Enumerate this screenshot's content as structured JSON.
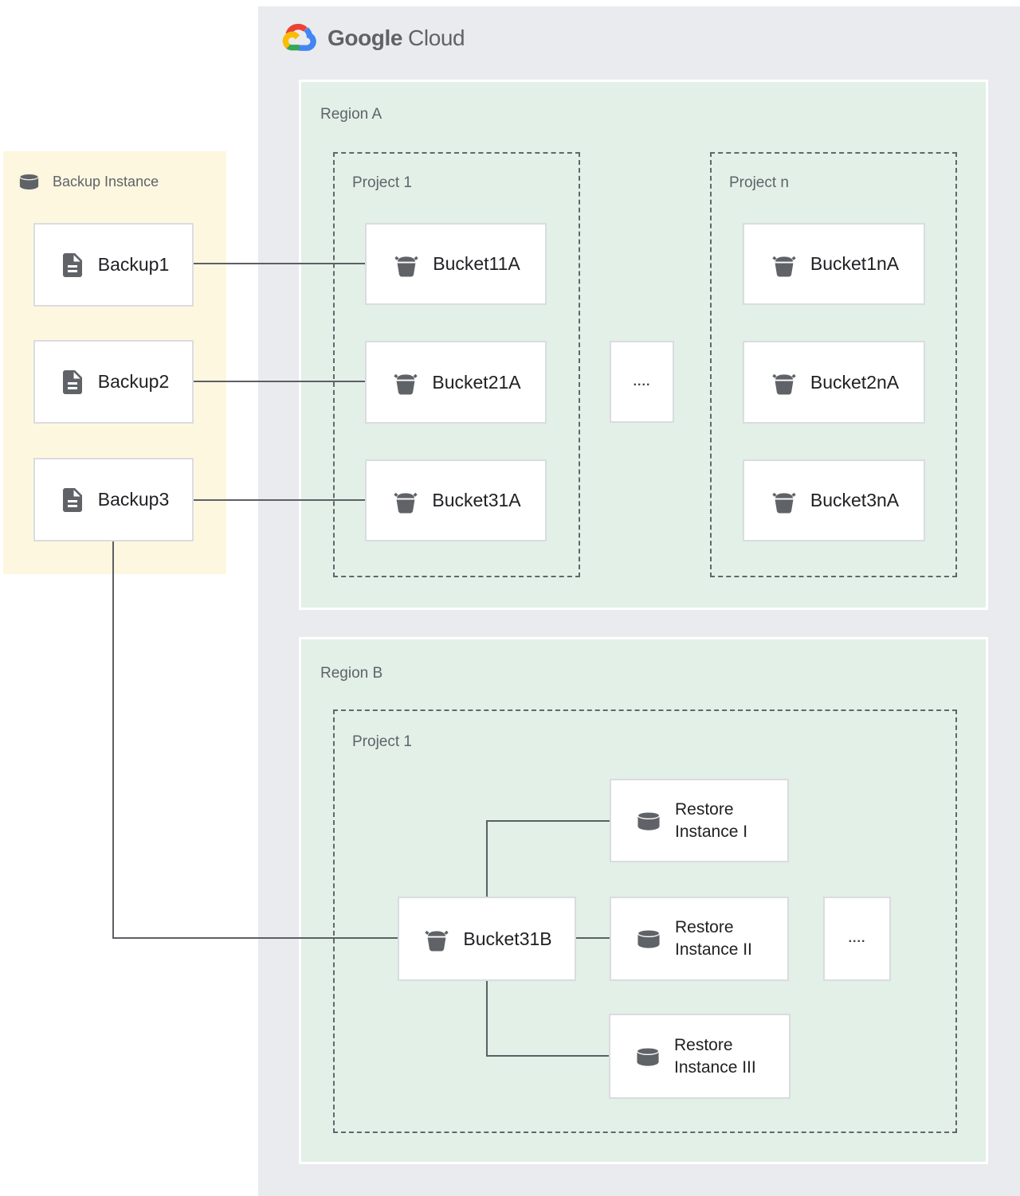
{
  "logo": {
    "google": "Google",
    "cloud": "Cloud",
    "icon": "google-cloud-logo-icon"
  },
  "backup_panel": {
    "title": "Backup Instance",
    "title_icon": "database-icon",
    "items": [
      {
        "label": "Backup1",
        "icon": "document-icon"
      },
      {
        "label": "Backup2",
        "icon": "document-icon"
      },
      {
        "label": "Backup3",
        "icon": "document-icon"
      }
    ]
  },
  "region_a": {
    "label": "Region A",
    "project_1": {
      "label": "Project 1",
      "buckets": [
        {
          "label": "Bucket11A",
          "icon": "storage-bucket-icon"
        },
        {
          "label": "Bucket21A",
          "icon": "storage-bucket-icon"
        },
        {
          "label": "Bucket31A",
          "icon": "storage-bucket-icon"
        }
      ]
    },
    "ellipsis": "....",
    "project_n": {
      "label": "Project n",
      "buckets": [
        {
          "label": "Bucket1nA",
          "icon": "storage-bucket-icon"
        },
        {
          "label": "Bucket2nA",
          "icon": "storage-bucket-icon"
        },
        {
          "label": "Bucket3nA",
          "icon": "storage-bucket-icon"
        }
      ]
    }
  },
  "region_b": {
    "label": "Region B",
    "project_1": {
      "label": "Project 1",
      "bucket": {
        "label": "Bucket31B",
        "icon": "storage-bucket-icon"
      },
      "restore_instances": [
        {
          "label": "Restore Instance I",
          "icon": "database-icon"
        },
        {
          "label": "Restore Instance II",
          "icon": "database-icon"
        },
        {
          "label": "Restore Instance III",
          "icon": "database-icon"
        }
      ],
      "ellipsis": "...."
    }
  },
  "colors": {
    "panel_gray": "#E9EBEE",
    "region_green": "#E2F0E7",
    "backup_yellow": "#FEF7E0",
    "node_border": "#DADCE0",
    "connector_line": "#5C5F63",
    "label_gray": "#5F6368",
    "text_dark": "#202124",
    "logo_blue": "#4285F4",
    "logo_red": "#EA4335",
    "logo_yellow": "#FBBC05",
    "logo_green": "#34A853"
  }
}
